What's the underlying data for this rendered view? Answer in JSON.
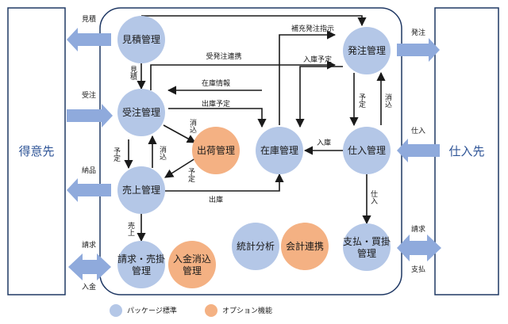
{
  "colors": {
    "package": "#b4c7e7",
    "option": "#f4b183",
    "arrow_big": "#8faadc",
    "frame": "#1f3864",
    "side_text": "#2f5597"
  },
  "sides": {
    "left": "得意先",
    "right": "仕入先"
  },
  "nodes": {
    "mitsumori": [
      "見積管理"
    ],
    "juchu": [
      "受注管理"
    ],
    "uriage": [
      "売上管理"
    ],
    "seikyu": [
      "請求・売掛",
      "管理"
    ],
    "shukka": [
      "出荷管理"
    ],
    "nyukin": [
      "入金消込",
      "管理"
    ],
    "zaiko": [
      "在庫管理"
    ],
    "hatchu": [
      "発注管理"
    ],
    "shiire": [
      "仕入管理"
    ],
    "tokei": [
      "統計分析"
    ],
    "kaikei": [
      "会計連携"
    ],
    "shiharai": [
      "支払・買掛",
      "管理"
    ]
  },
  "big_arrows": {
    "mitsumori": "見積",
    "juchu": "受注",
    "nohin": "納品",
    "seikyu": "請求",
    "nyukin": "入金",
    "hatchu": "発注",
    "shiire": "仕入",
    "seikyu_in": "請求",
    "shiharai": "支払"
  },
  "flow_labels": {
    "mitsumori_juchu": "見積",
    "juhatchu": "受発注連携",
    "hoju": "補充発注指示",
    "nyuko_yotei_h": "入庫予定",
    "zaiko_joho": "在庫情報",
    "shukko_yotei": "出庫予定",
    "shoukomi_shukka": "消込",
    "yotei_shukka": "予定",
    "yotei_juchu": "予定",
    "shoukomi_uriage": "消込",
    "shukko": "出庫",
    "uriage_seikyu": "売上",
    "nyuko": "入庫",
    "yotei_hatchu": "予定",
    "shoukomi_shiire": "消込",
    "shiire_shiharai": "仕入"
  },
  "legend": {
    "package": "パッケージ標準",
    "option": "オプション機能"
  }
}
